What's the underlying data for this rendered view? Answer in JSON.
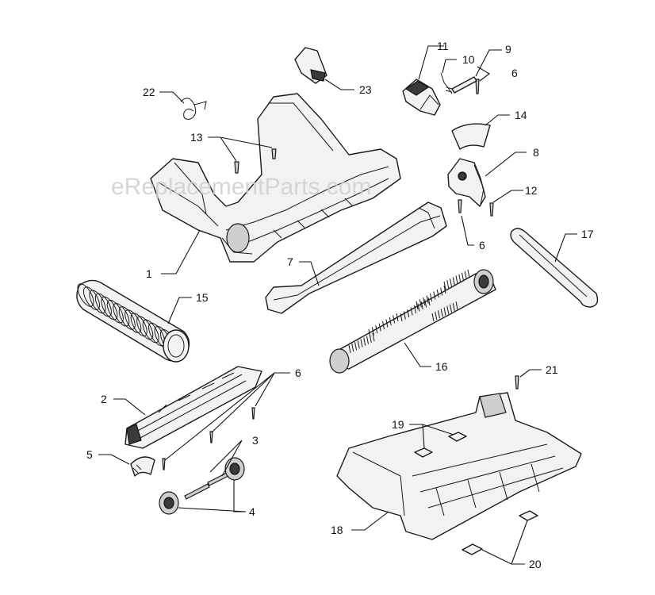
{
  "watermark": "eReplacementParts.com",
  "callouts": [
    "1",
    "2",
    "3",
    "4",
    "5",
    "6",
    "6",
    "6",
    "7",
    "8",
    "9",
    "10",
    "11",
    "12",
    "13",
    "14",
    "15",
    "16",
    "17",
    "18",
    "19",
    "20",
    "21",
    "22",
    "23"
  ]
}
